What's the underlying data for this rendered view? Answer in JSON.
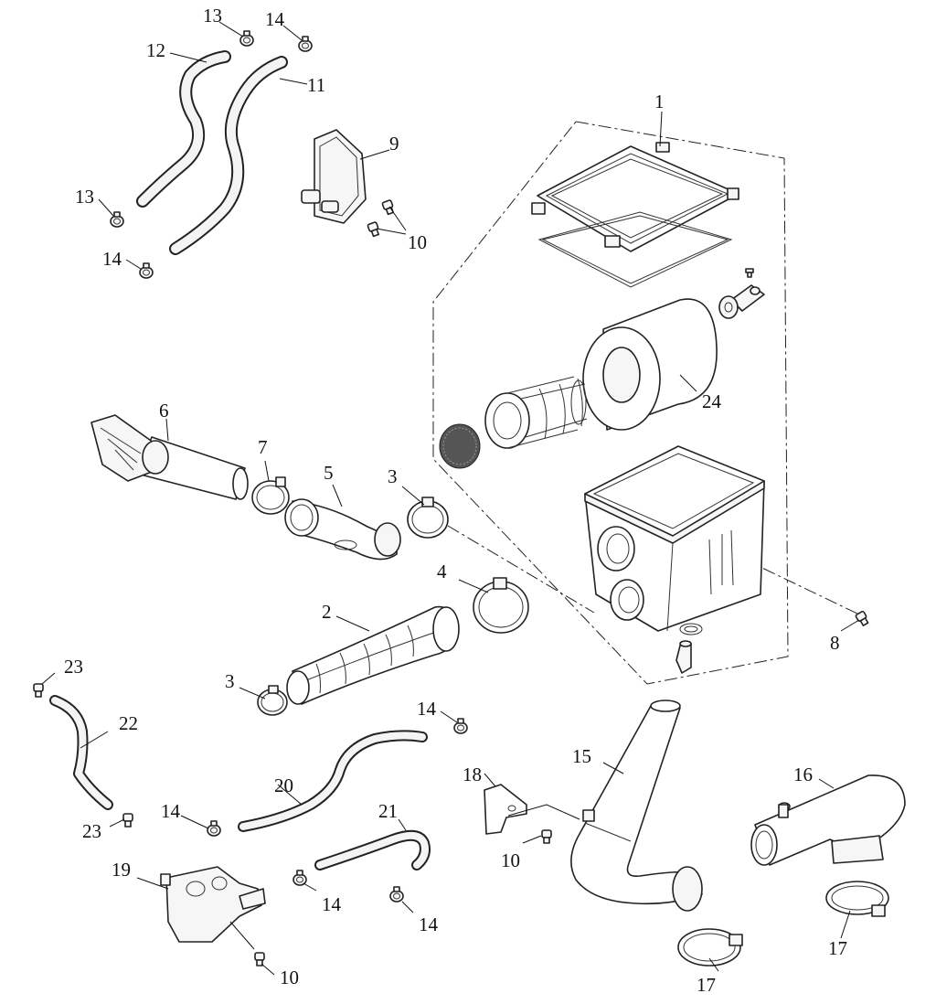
{
  "diagram": {
    "type": "exploded parts diagram",
    "callouts": [
      {
        "id": "c1",
        "label": "1"
      },
      {
        "id": "c2",
        "label": "2"
      },
      {
        "id": "c3a",
        "label": "3"
      },
      {
        "id": "c3b",
        "label": "3"
      },
      {
        "id": "c4",
        "label": "4"
      },
      {
        "id": "c5",
        "label": "5"
      },
      {
        "id": "c6",
        "label": "6"
      },
      {
        "id": "c7",
        "label": "7"
      },
      {
        "id": "c8",
        "label": "8"
      },
      {
        "id": "c9",
        "label": "9"
      },
      {
        "id": "c10a",
        "label": "10"
      },
      {
        "id": "c10b",
        "label": "10"
      },
      {
        "id": "c10c",
        "label": "10"
      },
      {
        "id": "c11",
        "label": "11"
      },
      {
        "id": "c12",
        "label": "12"
      },
      {
        "id": "c13a",
        "label": "13"
      },
      {
        "id": "c13b",
        "label": "13"
      },
      {
        "id": "c14a",
        "label": "14"
      },
      {
        "id": "c14b",
        "label": "14"
      },
      {
        "id": "c14c",
        "label": "14"
      },
      {
        "id": "c14d",
        "label": "14"
      },
      {
        "id": "c14e",
        "label": "14"
      },
      {
        "id": "c14f",
        "label": "14"
      },
      {
        "id": "c15",
        "label": "15"
      },
      {
        "id": "c16",
        "label": "16"
      },
      {
        "id": "c17a",
        "label": "17"
      },
      {
        "id": "c17b",
        "label": "17"
      },
      {
        "id": "c18",
        "label": "18"
      },
      {
        "id": "c19",
        "label": "19"
      },
      {
        "id": "c20",
        "label": "20"
      },
      {
        "id": "c21",
        "label": "21"
      },
      {
        "id": "c22",
        "label": "22"
      },
      {
        "id": "c23a",
        "label": "23"
      },
      {
        "id": "c23b",
        "label": "23"
      },
      {
        "id": "c24",
        "label": "24"
      }
    ]
  }
}
